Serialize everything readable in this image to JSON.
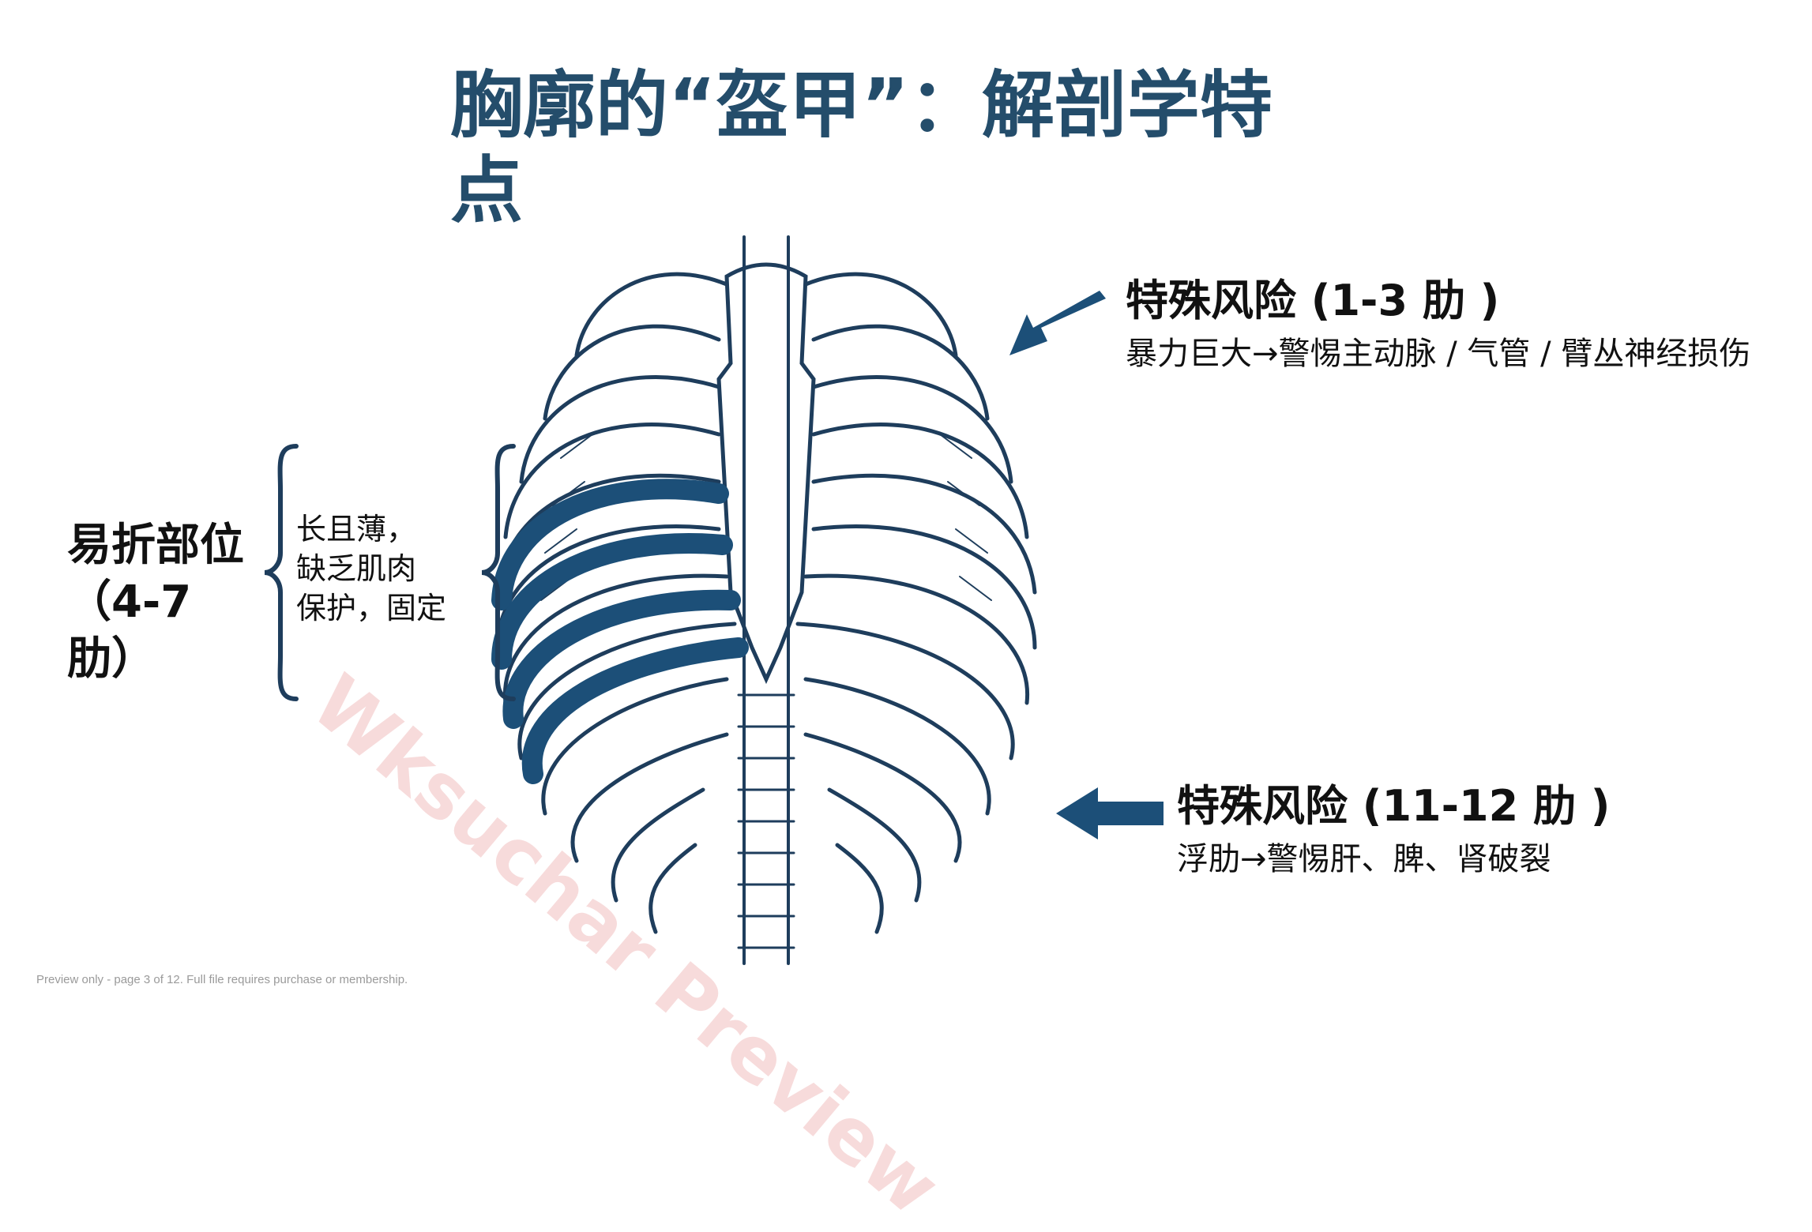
{
  "title": "胸廓的“盔甲”：解剖学特点",
  "left_callout": {
    "label": "易折部位（4-7 肋）",
    "description_lines": [
      "长且薄，",
      "缺乏肌肉",
      "保护，固定"
    ]
  },
  "risk_top": {
    "heading": "特殊风险 (1-3 肋 )",
    "description": "暴力巨大→警惕主动脉 / 气管 / 臂丛神经损伤"
  },
  "risk_bottom": {
    "heading": "特殊风险 (11-12 肋 )",
    "description": "浮肋→警惕肝、脾、肾破裂"
  },
  "watermark": "Wksuchar Preview",
  "footer": "Preview only - page 3 of 12. Full file requires purchase or membership.",
  "colors": {
    "title": "#244d6b",
    "highlight_rib": "#1c4f78",
    "arrow": "#1c4f78",
    "outline": "#1e3d5c"
  },
  "icons": [
    "right-brace-icon",
    "down-left-arrow-icon",
    "left-arrow-icon"
  ]
}
